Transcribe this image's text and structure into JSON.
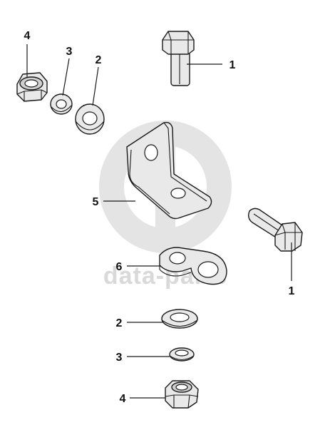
{
  "watermark": {
    "text": "data-parts",
    "color": "#d9d9d9"
  },
  "callouts": [
    {
      "id": "c4-top",
      "label": "4",
      "part": "hex-nut"
    },
    {
      "id": "c3-top",
      "label": "3",
      "part": "spring-washer"
    },
    {
      "id": "c2-top",
      "label": "2",
      "part": "flat-washer"
    },
    {
      "id": "c1-top",
      "label": "1",
      "part": "hex-bolt"
    },
    {
      "id": "c5",
      "label": "5",
      "part": "angle-bracket"
    },
    {
      "id": "c6",
      "label": "6",
      "part": "cable-clamp"
    },
    {
      "id": "c1-right",
      "label": "1",
      "part": "hex-bolt"
    },
    {
      "id": "c2-bottom",
      "label": "2",
      "part": "flat-washer"
    },
    {
      "id": "c3-bottom",
      "label": "3",
      "part": "spring-washer"
    },
    {
      "id": "c4-bottom",
      "label": "4",
      "part": "hex-nut"
    }
  ]
}
